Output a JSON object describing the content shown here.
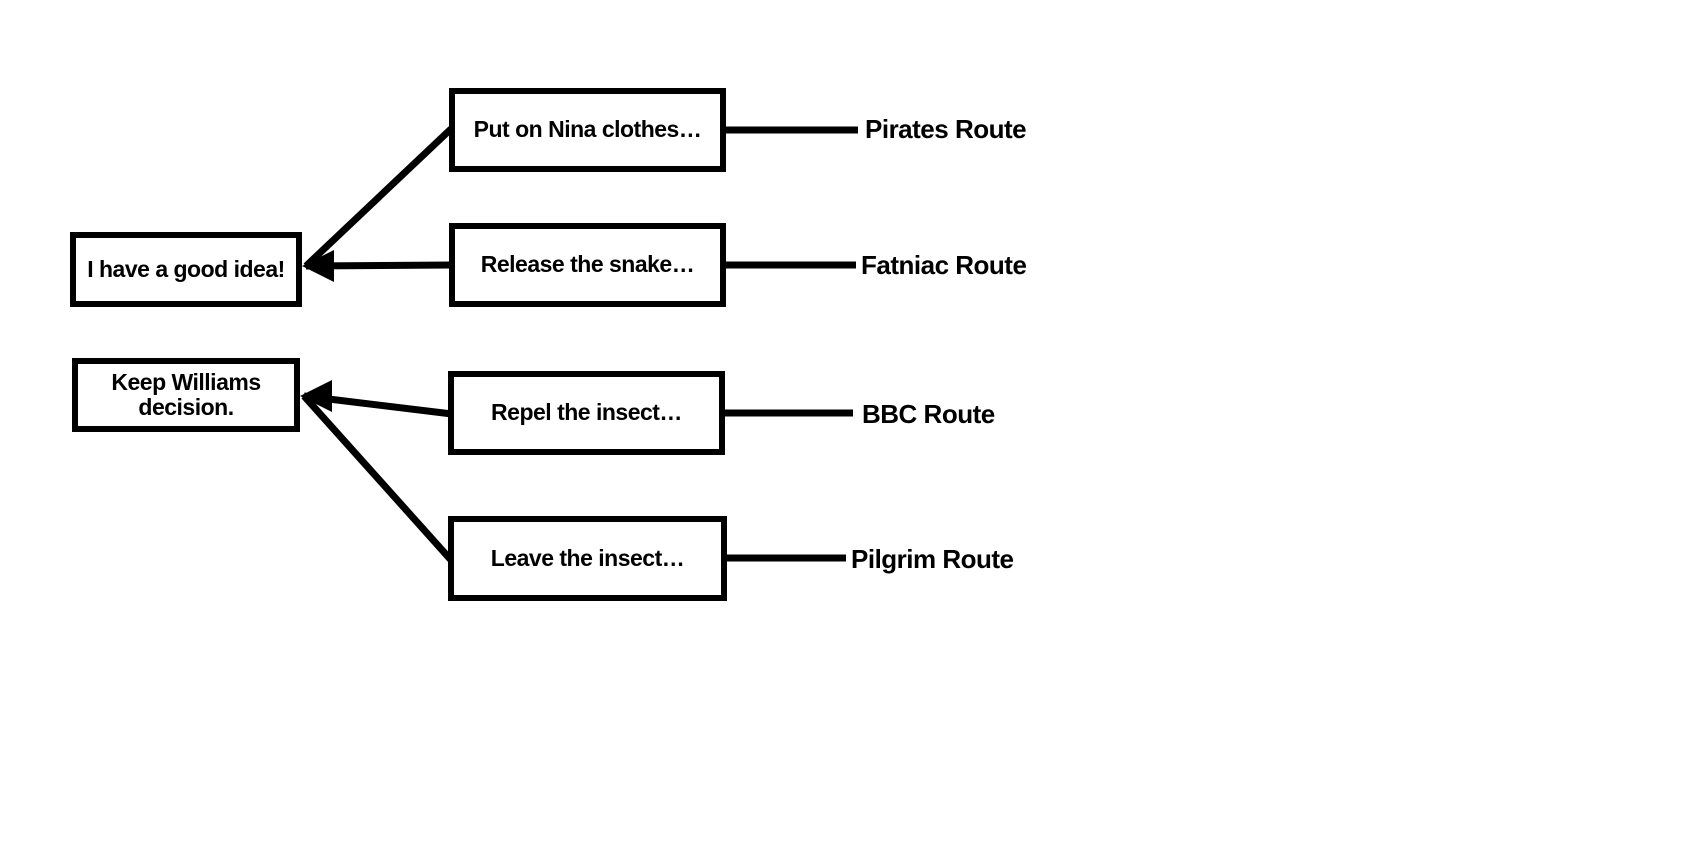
{
  "colors": {
    "background": "#ffffff",
    "ink": "#000000"
  },
  "nodes": {
    "idea": {
      "label": "I have a good idea!"
    },
    "keep": {
      "label": "Keep Williams decision."
    },
    "nina": {
      "label": "Put on Nina clothes…"
    },
    "release": {
      "label": "Release the snake…"
    },
    "repel": {
      "label": "Repel the insect…"
    },
    "leave": {
      "label": "Leave the insect…"
    }
  },
  "routes": {
    "pirates": {
      "label": "Pirates Route"
    },
    "fatniac": {
      "label": "Fatniac Route"
    },
    "bbc": {
      "label": "BBC Route"
    },
    "pilgrim": {
      "label": "Pilgrim Route"
    }
  },
  "edges": [
    {
      "from": "Put on Nina clothes…",
      "to": "I have a good idea!",
      "style": "arrow-into-decision"
    },
    {
      "from": "Release the snake…",
      "to": "I have a good idea!",
      "style": "arrow-into-decision"
    },
    {
      "from": "Repel the insect…",
      "to": "Keep Williams decision.",
      "style": "arrow-into-decision"
    },
    {
      "from": "Leave the insect…",
      "to": "Keep Williams decision.",
      "style": "arrow-into-decision"
    },
    {
      "from": "Put on Nina clothes…",
      "to": "Pirates Route",
      "style": "plain"
    },
    {
      "from": "Release the snake…",
      "to": "Fatniac Route",
      "style": "plain"
    },
    {
      "from": "Repel the insect…",
      "to": "BBC Route",
      "style": "plain"
    },
    {
      "from": "Leave the insect…",
      "to": "Pilgrim Route",
      "style": "plain"
    }
  ]
}
